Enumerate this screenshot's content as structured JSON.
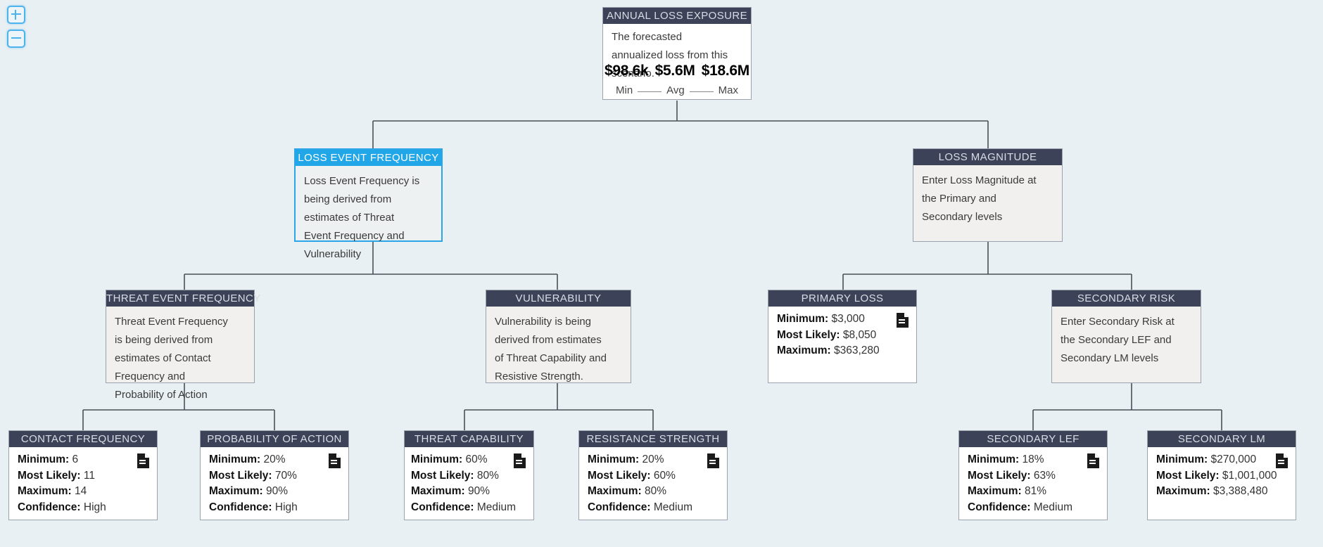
{
  "app": {
    "background_color": "#e9f0f3",
    "header_color": "#3c4358",
    "selected_color": "#21a7e8"
  },
  "controls": {
    "zoom_in": "zoom-in-button",
    "zoom_out": "zoom-out-button"
  },
  "labels": {
    "minimum": "Minimum:",
    "most_likely": "Most Likely:",
    "maximum": "Maximum:",
    "confidence": "Confidence:"
  },
  "nodes": {
    "ale": {
      "title": "ANNUAL LOSS EXPOSURE",
      "description": "The forecasted annualized loss from this scenario.",
      "desc_line1": "The forecasted",
      "desc_line2": "annualized loss from this",
      "desc_line3": "scenario.",
      "min_value": "$98.6k",
      "avg_value": "$5.6M",
      "max_value": "$18.6M",
      "min_label": "Min",
      "avg_label": "Avg",
      "max_label": "Max"
    },
    "lef": {
      "title": "LOSS EVENT FREQUENCY",
      "desc_line1": "Loss Event Frequency is",
      "desc_line2": "being derived from",
      "desc_line3": "estimates of Threat",
      "desc_line4": "Event Frequency and",
      "desc_line5": "Vulnerability",
      "selected": true
    },
    "lm": {
      "title": "LOSS MAGNITUDE",
      "desc_line1": "Enter Loss Magnitude at",
      "desc_line2": "the Primary and",
      "desc_line3": "Secondary levels"
    },
    "tef": {
      "title": "THREAT EVENT FREQUENCY",
      "desc_line1": "Threat Event Frequency",
      "desc_line2": "is being derived from",
      "desc_line3": "estimates of Contact",
      "desc_line4": "Frequency and",
      "desc_line5": "Probability of Action"
    },
    "vuln": {
      "title": "VULNERABILITY",
      "desc_line1": "Vulnerability is being",
      "desc_line2": "derived from estimates",
      "desc_line3": "of Threat Capability and",
      "desc_line4": "Resistive Strength."
    },
    "primary_loss": {
      "title": "PRIMARY LOSS",
      "minimum": "$3,000",
      "most_likely": "$8,050",
      "maximum": "$363,280",
      "icon": "document-icon"
    },
    "secondary_risk": {
      "title": "SECONDARY RISK",
      "desc_line1": "Enter Secondary Risk at",
      "desc_line2": "the Secondary LEF and",
      "desc_line3": "Secondary LM levels"
    },
    "contact_frequency": {
      "title": "CONTACT FREQUENCY",
      "minimum": "6",
      "most_likely": "11",
      "maximum": "14",
      "confidence": "High",
      "icon": "document-icon"
    },
    "probability_of_action": {
      "title": "PROBABILITY OF ACTION",
      "minimum": "20%",
      "most_likely": "70%",
      "maximum": "90%",
      "confidence": "High",
      "icon": "document-icon"
    },
    "threat_capability": {
      "title": "THREAT CAPABILITY",
      "minimum": "60%",
      "most_likely": "80%",
      "maximum": "90%",
      "confidence": "Medium",
      "icon": "document-icon"
    },
    "resistance_strength": {
      "title": "RESISTANCE STRENGTH",
      "minimum": "20%",
      "most_likely": "60%",
      "maximum": "80%",
      "confidence": "Medium",
      "icon": "document-icon"
    },
    "secondary_lef": {
      "title": "SECONDARY LEF",
      "minimum": "18%",
      "most_likely": "63%",
      "maximum": "81%",
      "confidence": "Medium",
      "icon": "document-icon"
    },
    "secondary_lm": {
      "title": "SECONDARY LM",
      "minimum": "$270,000",
      "most_likely": "$1,001,000",
      "maximum": "$3,388,480",
      "icon": "document-icon"
    }
  }
}
